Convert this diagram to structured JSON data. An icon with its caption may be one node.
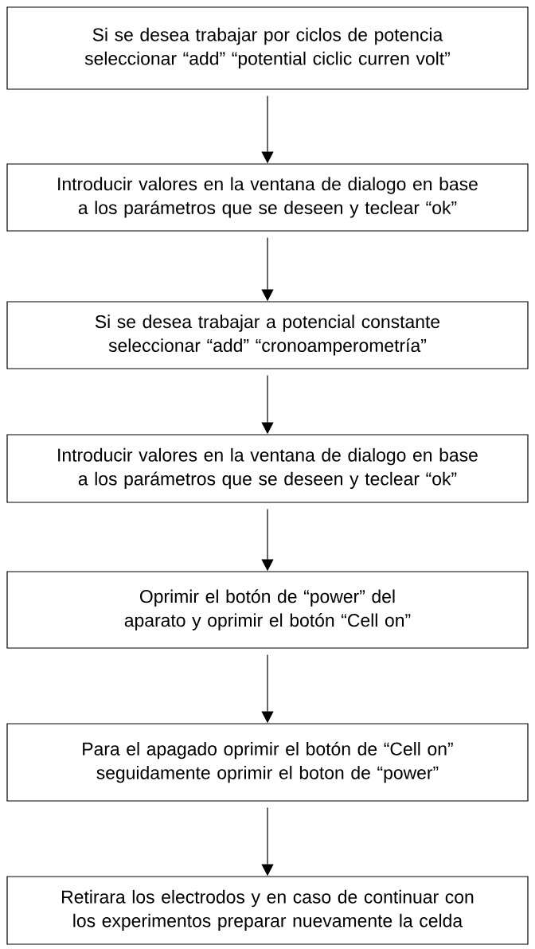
{
  "diagram": {
    "nodes": [
      {
        "text": [
          "Si se desea trabajar por ciclos de potencia seleccionar “add” “potential ciclic curren volt”"
        ]
      },
      {
        "text": [
          "Introducir valores en la ventana de dialogo en base a los parámetros que se deseen y teclear  “ok”"
        ]
      },
      {
        "text": [
          "Si se desea trabajar a potencial constante seleccionar “add” “cronoamperometría”"
        ]
      },
      {
        "text": [
          "Introducir valores en la ventana de dialogo en base a los parámetros que se deseen y teclear  “ok”"
        ]
      },
      {
        "text": [
          "Oprimir el botón de “power” del aparato y oprimir el botón “Cell on”"
        ]
      },
      {
        "text": [
          "Para el apagado oprimir el botón de “Cell on” seguidamente oprimir el boton de “power”"
        ]
      },
      {
        "text": [
          "Retirara los electrodos y en caso de continuar con los experimentos preparar nuevamente la celda"
        ]
      }
    ],
    "edges": [
      {
        "from": 0,
        "to": 1,
        "arrow": "to"
      },
      {
        "from": 1,
        "to": 2,
        "arrow": "to"
      },
      {
        "from": 2,
        "to": 3,
        "arrow": "to"
      },
      {
        "from": 3,
        "to": 4,
        "arrow": "to"
      },
      {
        "from": 4,
        "to": 5,
        "arrow": "to"
      },
      {
        "from": 5,
        "to": 6,
        "arrow": "to"
      }
    ]
  }
}
